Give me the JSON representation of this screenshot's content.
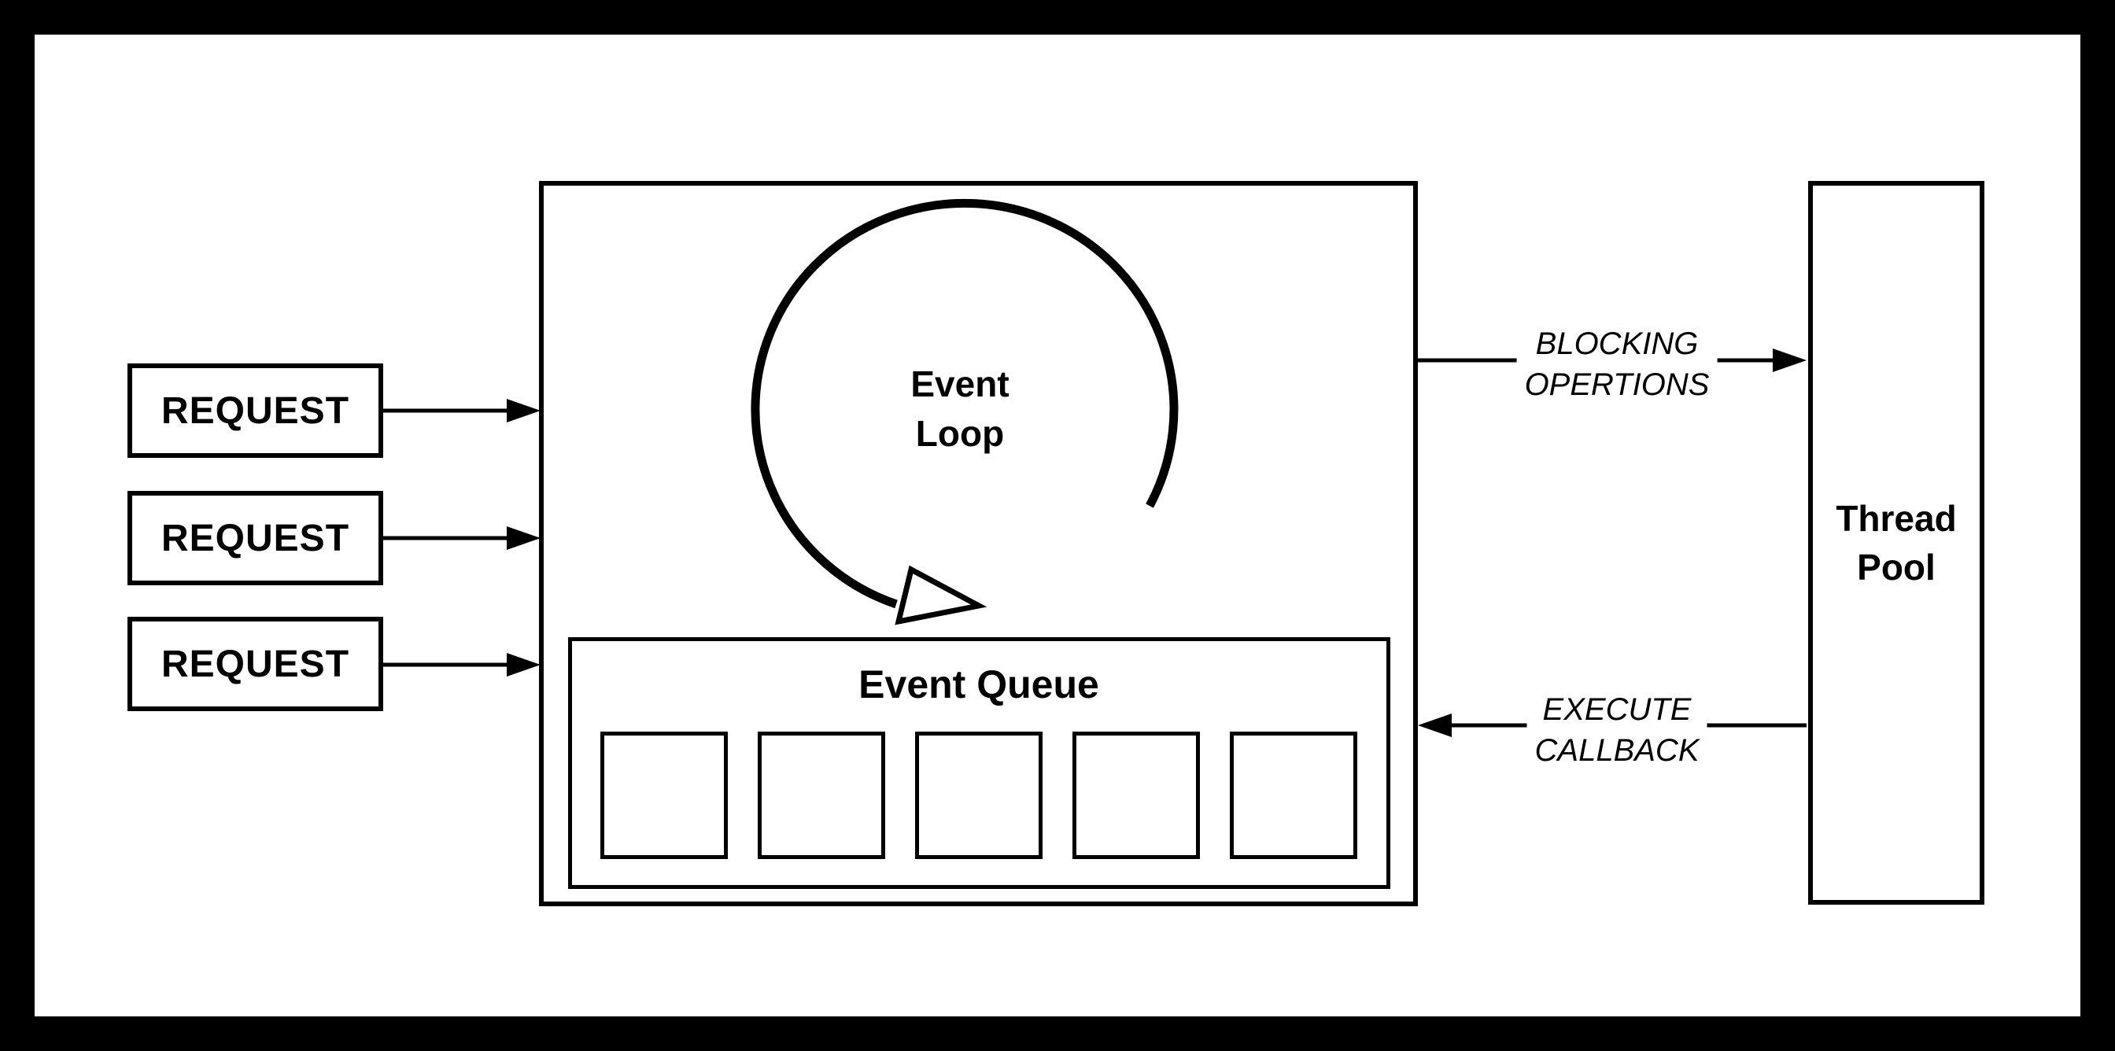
{
  "diagram": {
    "background_color": "#ffffff",
    "ink_color": "#000000",
    "requests": [
      {
        "label": "REQUEST"
      },
      {
        "label": "REQUEST"
      },
      {
        "label": "REQUEST"
      }
    ],
    "event_loop": {
      "line1": "Event",
      "line2": "Loop"
    },
    "event_queue": {
      "title": "Event Queue",
      "slot_count": 5
    },
    "thread_pool": {
      "line1": "Thread",
      "line2": "Pool"
    },
    "blocking_arrow_label": {
      "line1": "BLOCKING",
      "line2": "OPERTIONS"
    },
    "execute_arrow_label": {
      "line1": "EXECUTE",
      "line2": "CALLBACK"
    }
  }
}
